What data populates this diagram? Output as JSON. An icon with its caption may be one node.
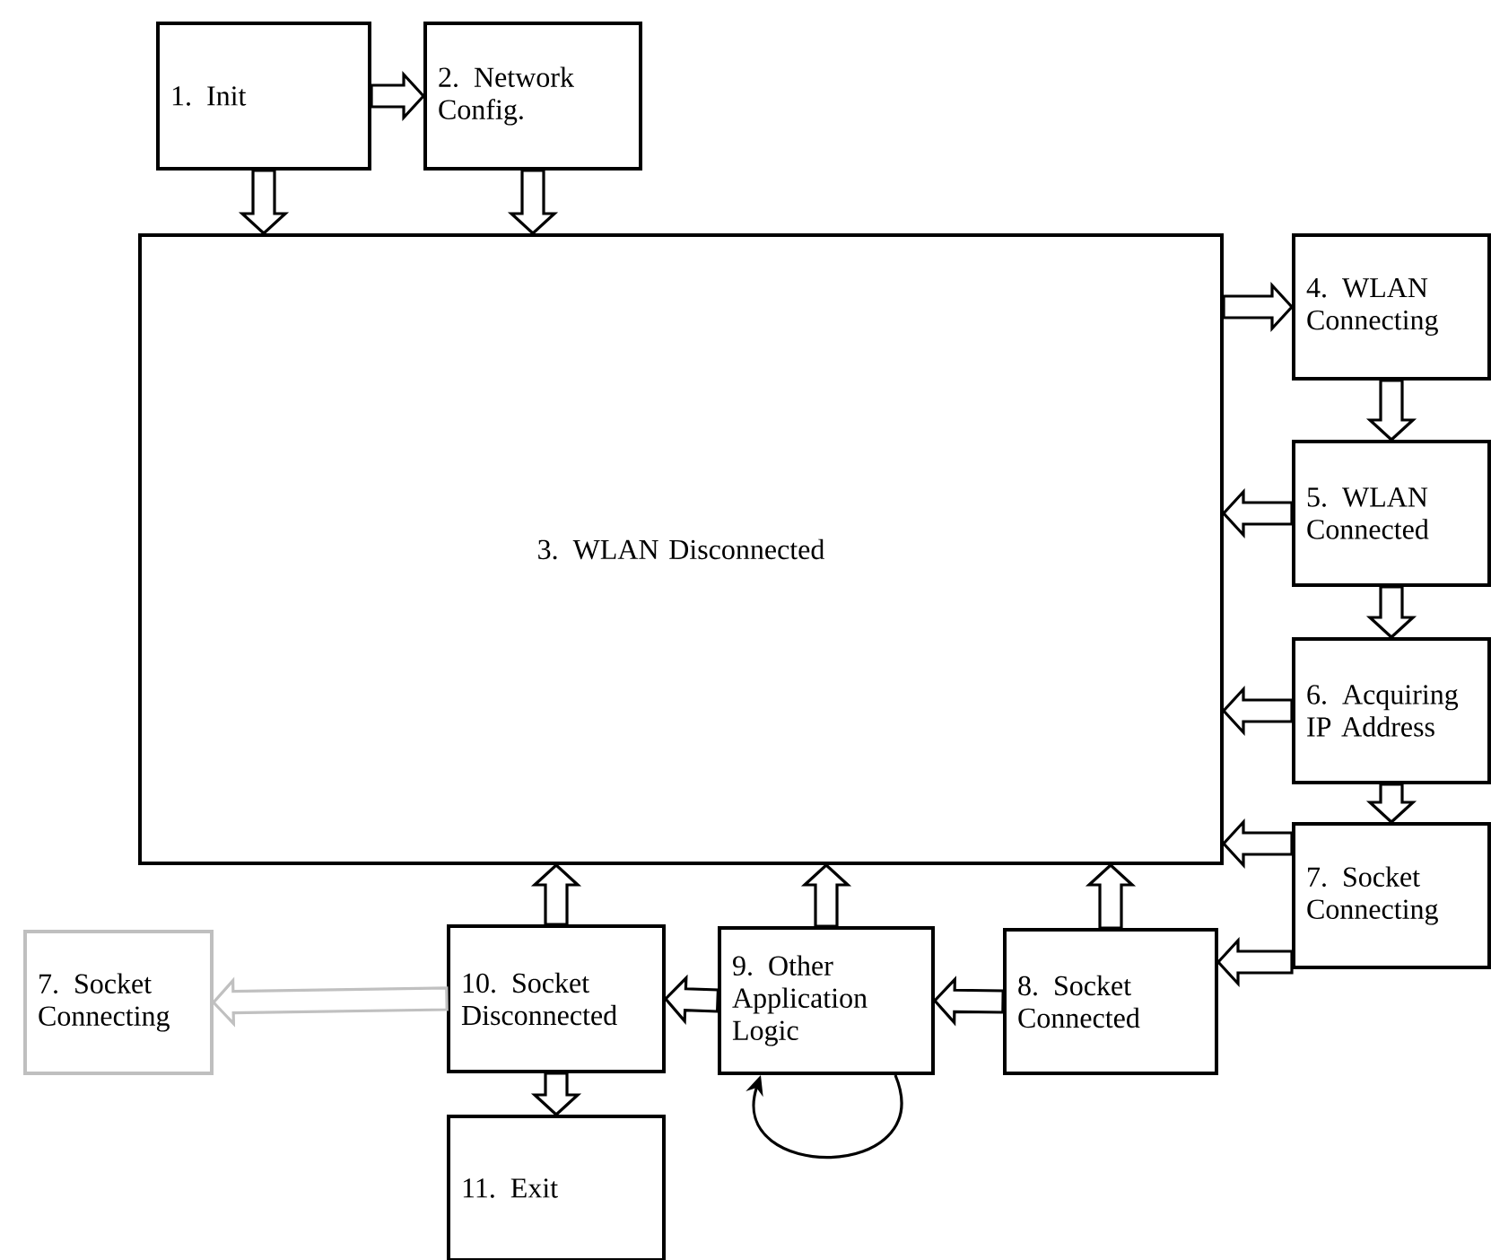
{
  "diagram": {
    "nodes": [
      {
        "text": [
          "1. Init"
        ]
      },
      {
        "text": [
          "2. Network Config."
        ]
      },
      {
        "text": [
          "3. WLAN Disconnected"
        ]
      },
      {
        "text": [
          "4. WLAN Connecting"
        ]
      },
      {
        "text": [
          "5. WLAN Connected"
        ]
      },
      {
        "text": [
          "6. Acquiring IP Address"
        ]
      },
      {
        "text": [
          "7. Socket Connecting"
        ]
      },
      {
        "text": [
          "7. Socket Connecting"
        ]
      },
      {
        "text": [
          "10. Socket Disconnected"
        ]
      },
      {
        "text": [
          "9. Other Application Logic"
        ]
      },
      {
        "text": [
          "8. Socket Connected"
        ]
      },
      {
        "text": [
          "11. Exit"
        ]
      }
    ],
    "edges": [
      {
        "from": 0,
        "to": 1,
        "arrow": "to"
      },
      {
        "from": 0,
        "to": 2,
        "arrow": "to"
      },
      {
        "from": 1,
        "to": 2,
        "arrow": "to"
      },
      {
        "from": 2,
        "to": 3,
        "arrow": "to"
      },
      {
        "from": 3,
        "to": 4,
        "arrow": "to"
      },
      {
        "from": 4,
        "to": 2,
        "arrow": "to"
      },
      {
        "from": 4,
        "to": 5,
        "arrow": "to"
      },
      {
        "from": 5,
        "to": 2,
        "arrow": "to"
      },
      {
        "from": 5,
        "to": 6,
        "arrow": "to"
      },
      {
        "from": 6,
        "to": 2,
        "arrow": "to"
      },
      {
        "from": 6,
        "to": 10,
        "arrow": "to"
      },
      {
        "from": 10,
        "to": 2,
        "arrow": "to"
      },
      {
        "from": 10,
        "to": 9,
        "arrow": "to"
      },
      {
        "from": 9,
        "to": 2,
        "arrow": "to"
      },
      {
        "from": 9,
        "to": 9,
        "arrow": "to"
      },
      {
        "from": 9,
        "to": 8,
        "arrow": "to"
      },
      {
        "from": 8,
        "to": 2,
        "arrow": "to"
      },
      {
        "from": 8,
        "to": 11,
        "arrow": "to"
      },
      {
        "from": 8,
        "to": 7,
        "arrow": "to",
        "color": "#c0c0c0"
      }
    ]
  }
}
